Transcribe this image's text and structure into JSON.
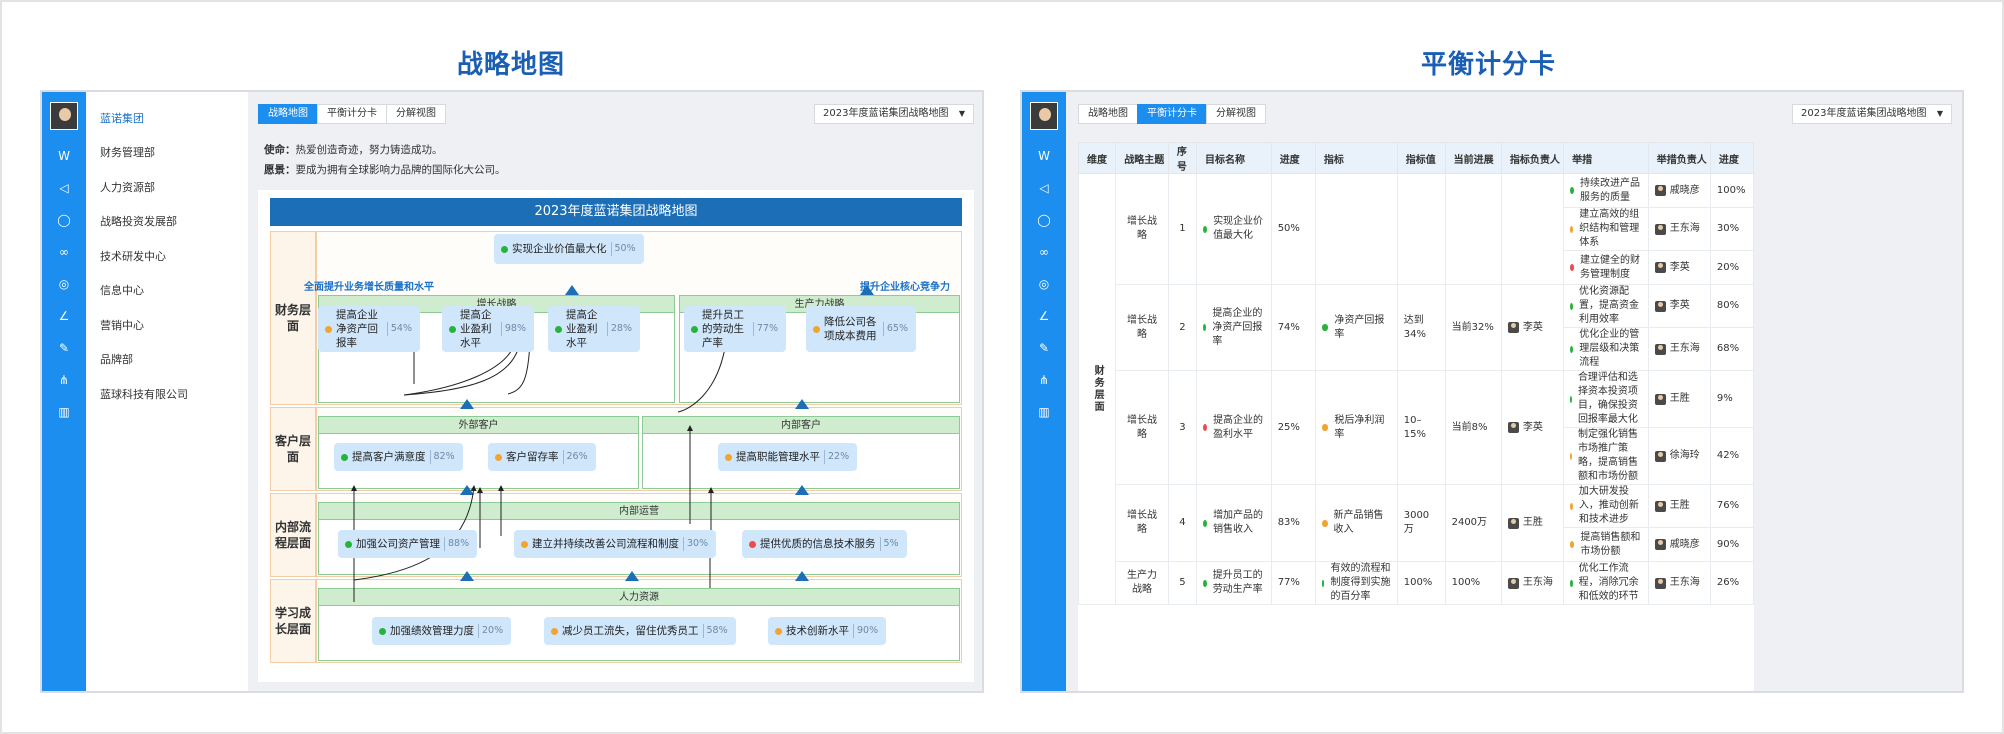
{
  "titles": {
    "left": "战略地图",
    "right": "平衡计分卡"
  },
  "nav": {
    "company": "蓝诺集团",
    "items": [
      "财务管理部",
      "人力资源部",
      "战略投资发展部",
      "技术研发中心",
      "信息中心",
      "营销中心",
      "品牌部",
      "蓝球科技有限公司"
    ]
  },
  "rail_icons": [
    "w-logo-icon",
    "megaphone-icon",
    "user-icon",
    "flow-icon",
    "target-icon",
    "chart-icon",
    "edit-icon",
    "org-icon",
    "data-icon"
  ],
  "tabs": [
    "战略地图",
    "平衡计分卡",
    "分解视图"
  ],
  "selector": "2023年度蓝诺集团战略地图",
  "mission": {
    "label": "使命：",
    "text": "热爱创造奇迹，努力铸造成功。"
  },
  "vision": {
    "label": "愿景：",
    "text": "要成为拥有全球影响力品牌的国际化大公司。"
  },
  "map": {
    "title": "2023年度蓝诺集团战略地图",
    "layers": [
      "财务层面",
      "客户层面",
      "内部流程层面",
      "学习成长层面"
    ],
    "top_node": {
      "label": "实现企业价值最大化",
      "pct": "50%"
    },
    "left_goal": "全面提升业务增长质量和水平",
    "right_goal": "提升企业核心竞争力",
    "groups": {
      "growth": "增长战略",
      "productivity": "生产力战略",
      "external": "外部客户",
      "internal": "内部客户",
      "ops": "内部运营",
      "hr": "人力资源"
    },
    "nodes": {
      "f1": {
        "label": "提高企业净资产回报率",
        "pct": "54%"
      },
      "f2": {
        "label": "提高企业盈利水平",
        "pct": "98%"
      },
      "f3": {
        "label": "提高企业盈利水平",
        "pct": "28%"
      },
      "f4": {
        "label": "提升员工的劳动生产率",
        "pct": "77%"
      },
      "f5": {
        "label": "降低公司各项成本费用",
        "pct": "65%"
      },
      "c1": {
        "label": "提高客户满意度",
        "pct": "82%"
      },
      "c2": {
        "label": "客户留存率",
        "pct": "26%"
      },
      "c3": {
        "label": "提高职能管理水平",
        "pct": "22%"
      },
      "p1": {
        "label": "加强公司资产管理",
        "pct": "88%"
      },
      "p2": {
        "label": "建立并持续改善公司流程和制度",
        "pct": "30%"
      },
      "p3": {
        "label": "提供优质的信息技术服务",
        "pct": "5%"
      },
      "l1": {
        "label": "加强绩效管理力度",
        "pct": "20%"
      },
      "l2": {
        "label": "减少员工流失，留住优秀员工",
        "pct": "58%"
      },
      "l3": {
        "label": "技术创新水平",
        "pct": "90%"
      }
    }
  },
  "bsc": {
    "headers": [
      "维度",
      "战略主题",
      "序号",
      "目标名称",
      "进度",
      "指标",
      "指标值",
      "当前进展",
      "指标负责人",
      "举措",
      "举措负责人",
      "进度"
    ],
    "dimension": "财务层面",
    "goals": [
      {
        "theme": "增长战略",
        "no": "1",
        "name": "实现企业价值最大化",
        "progress": "50%",
        "dot": "g",
        "metrics": [
          {
            "name": "",
            "value": "",
            "current": "",
            "owner": "",
            "initiatives": [
              {
                "text": "持续改进产品服务的质量",
                "dot": "g",
                "owner": "戚晓彦",
                "progress": "100%"
              },
              {
                "text": "建立高效的组织结构和管理体系",
                "dot": "o",
                "owner": "王东海",
                "progress": "30%"
              },
              {
                "text": "建立健全的财务管理制度",
                "dot": "r",
                "owner": "李英",
                "progress": "20%"
              }
            ]
          }
        ]
      },
      {
        "theme": "增长战略",
        "no": "2",
        "name": "提高企业的净资产回报率",
        "progress": "74%",
        "dot": "g",
        "metrics": [
          {
            "name": "净资产回报率",
            "dot": "g",
            "value": "达到 34%",
            "current": "当前32%",
            "owner": "李英",
            "initiatives": [
              {
                "text": "优化资源配置，提高资金利用效率",
                "dot": "g",
                "owner": "李英",
                "progress": "80%"
              },
              {
                "text": "优化企业的管理层级和决策流程",
                "dot": "g",
                "owner": "王东海",
                "progress": "68%"
              }
            ]
          }
        ]
      },
      {
        "theme": "增长战略",
        "no": "3",
        "name": "提高企业的盈利水平",
        "progress": "25%",
        "dot": "r",
        "metrics": [
          {
            "name": "税后净利润率",
            "dot": "o",
            "value": "10–15%",
            "current": "当前8%",
            "owner": "李英",
            "initiatives": [
              {
                "text": "合理评估和选择资本投资项目，确保投资回报率最大化",
                "dot": "g",
                "owner": "王胜",
                "progress": "9%"
              },
              {
                "text": "制定强化销售市场推广策略，提高销售额和市场份额",
                "dot": "o",
                "owner": "徐海玲",
                "progress": "42%"
              }
            ]
          }
        ]
      },
      {
        "theme": "增长战略",
        "no": "4",
        "name": "增加产品的销售收入",
        "progress": "83%",
        "dot": "g",
        "metrics": [
          {
            "name": "新产品销售收入",
            "dot": "o",
            "value": "3000万",
            "current": "2400万",
            "owner": "王胜",
            "initiatives": [
              {
                "text": "加大研发投入，推动创新和技术进步",
                "dot": "o",
                "owner": "王胜",
                "progress": "76%"
              },
              {
                "text": "提高销售额和市场份额",
                "dot": "o",
                "owner": "戚晓彦",
                "progress": "90%"
              }
            ]
          }
        ]
      },
      {
        "theme": "生产力战略",
        "no": "5",
        "name": "提升员工的劳动生产率",
        "progress": "77%",
        "dot": "g",
        "metrics": [
          {
            "name": "有效的流程和制度得到实施的百分率",
            "dot": "g",
            "value": "100%",
            "current": "100%",
            "owner": "王东海",
            "initiatives": [
              {
                "text": "优化工作流程，消除冗余和低效的环节",
                "dot": "g",
                "owner": "王东海",
                "progress": "26%"
              }
            ]
          }
        ]
      }
    ]
  }
}
